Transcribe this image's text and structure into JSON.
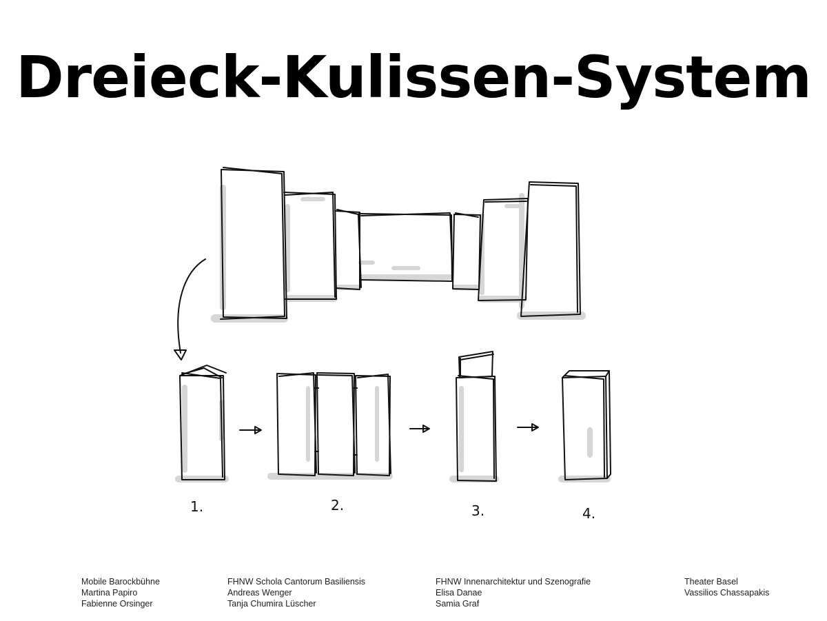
{
  "title": "Dreieck-Kulissen-System",
  "steps": [
    "1.",
    "2.",
    "3.",
    "4."
  ],
  "credits": [
    {
      "lines": [
        "Mobile Barockbühne",
        "Martina Papiro",
        "Fabienne Orsinger"
      ]
    },
    {
      "lines": [
        "FHNW Schola Cantorum Basiliensis",
        "Andreas Wenger",
        "Tanja Chumira Lüscher"
      ]
    },
    {
      "lines": [
        "FHNW Innenarchitektur und Szenografie",
        "Elisa Danae",
        "Samia Graf"
      ]
    },
    {
      "lines": [
        "Theater Basel",
        "Vassilios Chassapakis"
      ]
    }
  ],
  "colors": {
    "ink": "#111111",
    "shadow": "#d6d6d6"
  }
}
